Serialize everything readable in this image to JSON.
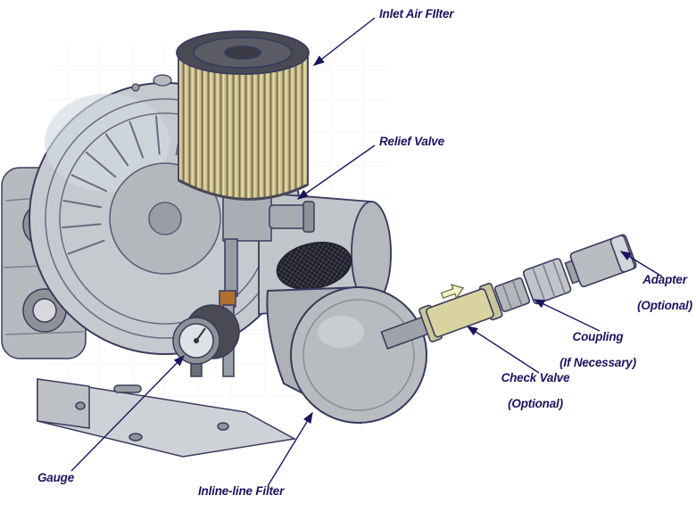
{
  "diagram": {
    "labels": {
      "inlet": {
        "line1": "Inlet Air FIlter"
      },
      "relief": {
        "line1": "Relief Valve"
      },
      "adapter": {
        "line1": "Adapter",
        "line2": "(Optional)"
      },
      "coupling": {
        "line1": "Coupling",
        "line2": "(If Necessary)"
      },
      "check_valve": {
        "line1": "Check Valve",
        "line2": "(Optional)"
      },
      "inline_filter": {
        "line1": "Inline-line Filter"
      },
      "gauge": {
        "line1": "Gauge"
      }
    },
    "colors": {
      "label_text": "#1d1460",
      "callout_line": "#1d1460",
      "outline": "#3a3a5e",
      "housing_gray": "#c6cacf",
      "filter_fins_tan": "#cfc28e",
      "filter_cap_dark": "#4a4a55",
      "check_valve_body": "#d8d3a0",
      "muffler_gray": "#b8bbc0"
    }
  }
}
